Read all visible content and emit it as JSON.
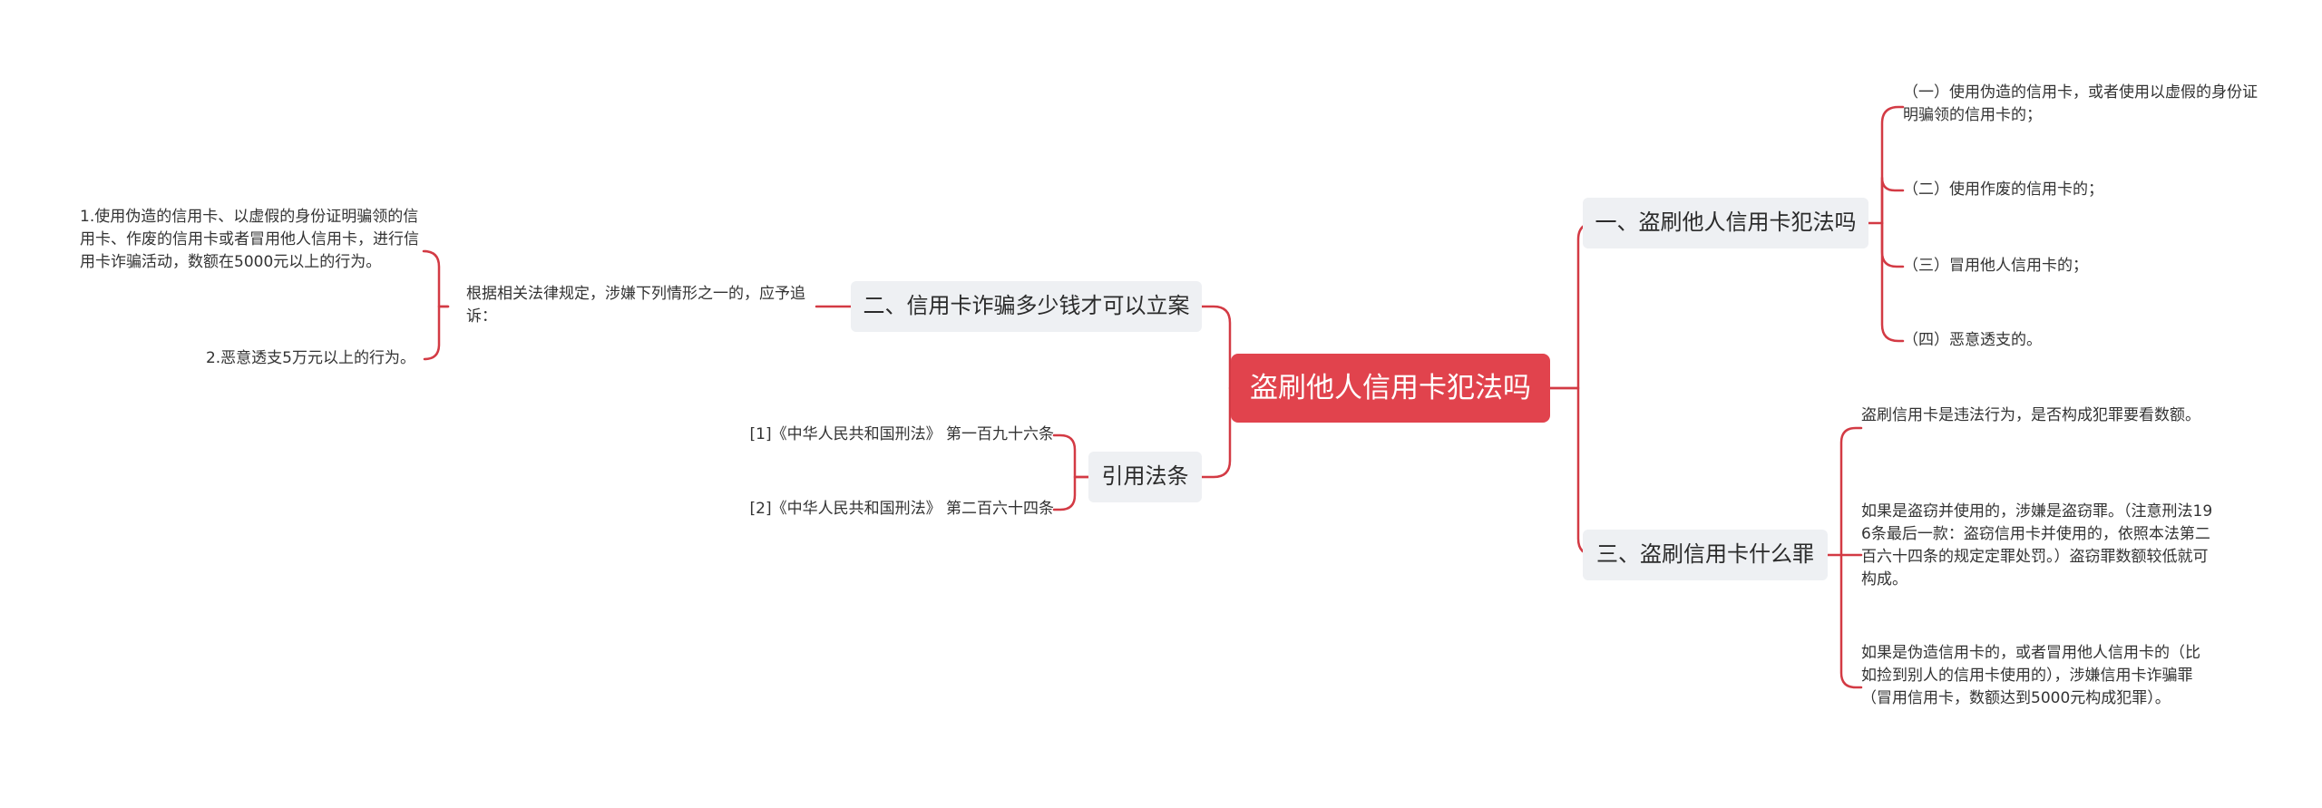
{
  "root": {
    "label": "盗刷他人信用卡犯法吗"
  },
  "branches": {
    "b1": {
      "label": "一、盗刷他人信用卡犯法吗",
      "items": [
        "（一）使用伪造的信用卡，或者使用以虚假的身份证明骗领的信用卡的；",
        "（二）使用作废的信用卡的；",
        "（三）冒用他人信用卡的；",
        "（四）恶意透支的。"
      ]
    },
    "b3": {
      "label": "三、盗刷信用卡什么罪",
      "items": [
        "盗刷信用卡是违法行为，是否构成犯罪要看数额。",
        "如果是盗窃并使用的，涉嫌是盗窃罪。（注意刑法196条最后一款：盗窃信用卡并使用的，依照本法第二百六十四条的规定定罪处罚。）盗窃罪数额较低就可构成。",
        "如果是伪造信用卡的，或者冒用他人信用卡的（比如捡到别人的信用卡使用的），涉嫌信用卡诈骗罪（冒用信用卡，数额达到5000元构成犯罪）。"
      ]
    },
    "b2": {
      "label": "二、信用卡诈骗多少钱才可以立案",
      "sub": {
        "label": "根据相关法律规定，涉嫌下列情形之一的，应予追诉：",
        "items": [
          "1.使用伪造的信用卡、以虚假的身份证明骗领的信用卡、作废的信用卡或者冒用他人信用卡，进行信用卡诈骗活动，数额在5000元以上的行为。",
          "2.恶意透支5万元以上的行为。"
        ]
      }
    },
    "refs": {
      "label": "引用法条",
      "items": [
        "[1]《中华人民共和国刑法》 第一百九十六条",
        "[2]《中华人民共和国刑法》 第二百六十四条"
      ]
    }
  }
}
